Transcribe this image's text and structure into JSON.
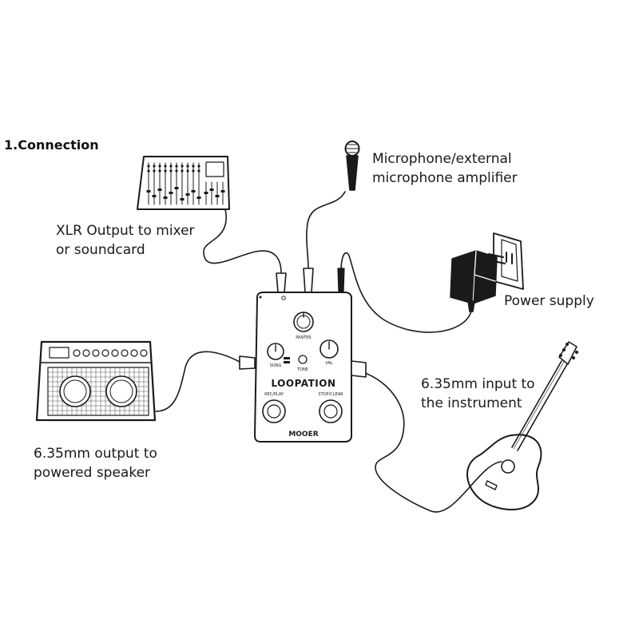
{
  "section_title": "1.Connection",
  "labels": {
    "mixer": [
      "XLR Output to mixer",
      "or soundcard"
    ],
    "microphone": [
      "Microphone/external",
      "microphone amplifier"
    ],
    "power": [
      "Power supply"
    ],
    "instrument": [
      "6.35mm input to",
      "the instrument"
    ],
    "speaker": [
      "6.35mm output to",
      "powered speaker"
    ]
  },
  "pedal": {
    "brand": "MOOER",
    "name": "LOOPATION",
    "knob_top": "PANTER",
    "knob_left": "SONG",
    "knob_right": "VAL",
    "tone_button": "TONE",
    "footswitch_left": "REC/PLAY",
    "footswitch_right": "STOP/CLEAR"
  },
  "colors": {
    "line": "#1a1a1a",
    "text": "#1a1a1a",
    "background": "#ffffff"
  },
  "icons": [
    "mixer-icon",
    "microphone-icon",
    "power-adapter-icon",
    "wall-outlet-icon",
    "guitar-amp-icon",
    "acoustic-guitar-icon",
    "looper-pedal-icon"
  ]
}
